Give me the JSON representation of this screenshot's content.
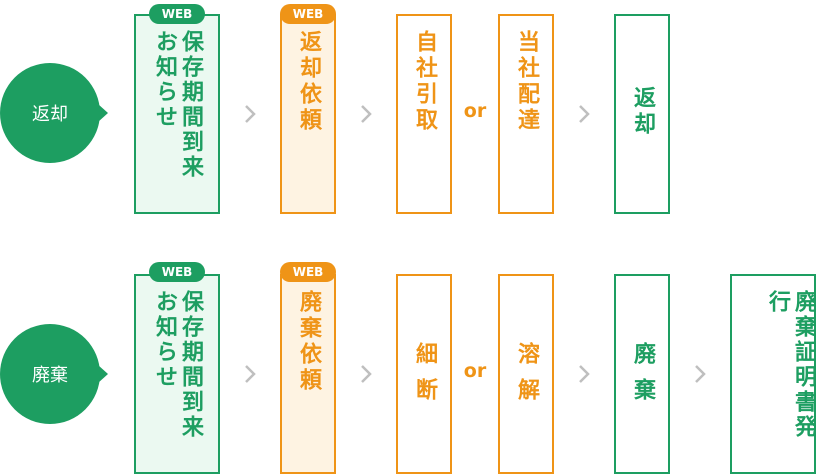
{
  "colors": {
    "green": "#1d9e61",
    "orange": "#ef9417",
    "green_fill": "#ebf9f1",
    "orange_fill": "#fef3e2",
    "chevron": "#bfbfbf"
  },
  "rows": [
    {
      "label": "返却",
      "steps": [
        {
          "badge": "WEB",
          "text": "保存期間到来お知らせ",
          "color": "green"
        },
        {
          "badge": "WEB",
          "text": "返却依頼",
          "color": "orange"
        },
        {
          "text": "自社引取",
          "color": "orange"
        },
        {
          "connector": "or"
        },
        {
          "text": "当社配達",
          "color": "orange"
        },
        {
          "text": "返却",
          "color": "green"
        }
      ]
    },
    {
      "label": "廃棄",
      "steps": [
        {
          "badge": "WEB",
          "text": "保存期間到来お知らせ",
          "color": "green"
        },
        {
          "badge": "WEB",
          "text": "廃棄依頼",
          "color": "orange"
        },
        {
          "text": "細断",
          "color": "orange"
        },
        {
          "connector": "or"
        },
        {
          "text": "溶解",
          "color": "orange"
        },
        {
          "text": "廃棄",
          "color": "green"
        },
        {
          "text": "廃棄証明書発行",
          "color": "green"
        }
      ]
    }
  ]
}
